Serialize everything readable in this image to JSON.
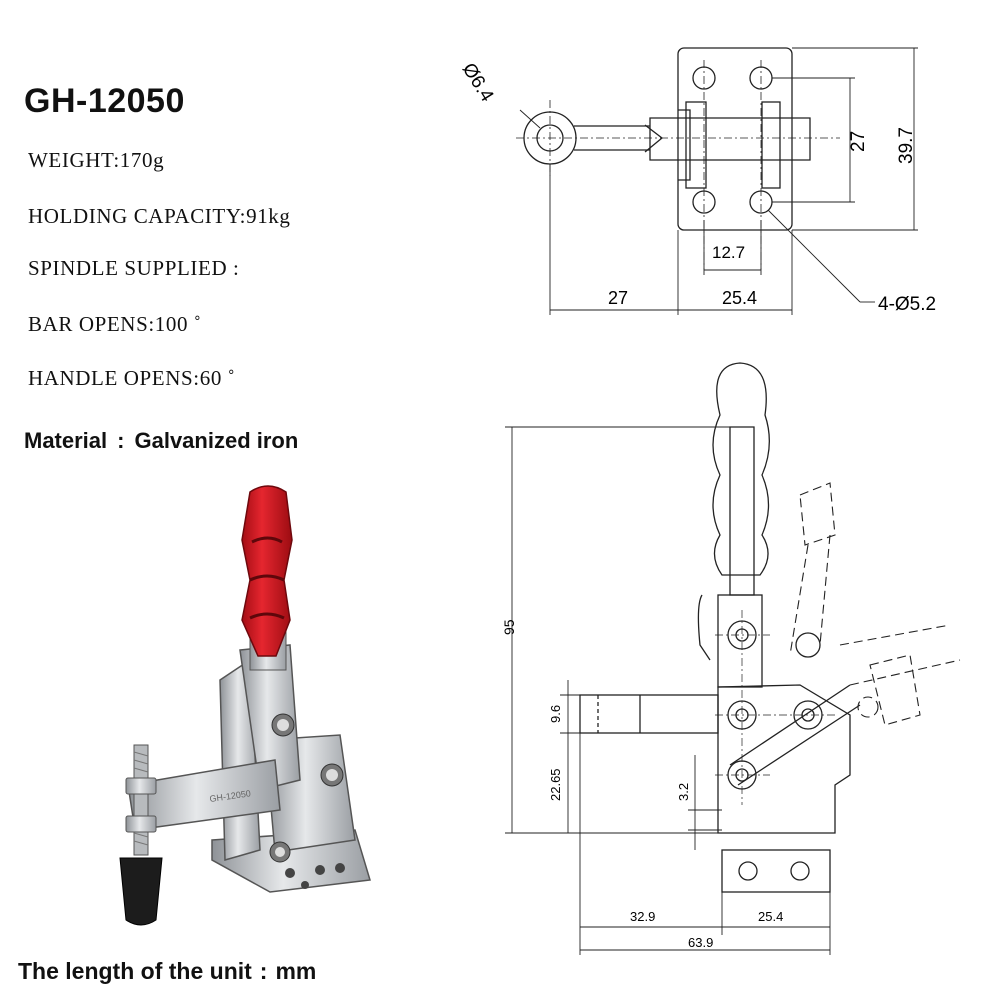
{
  "model": "GH-12050",
  "specs": {
    "weight": "WEIGHT:170g",
    "holding_capacity": "HOLDING CAPACITY:91kg",
    "spindle": "SPINDLE SUPPLIED :",
    "bar_opens": "BAR OPENS:100 ˚",
    "handle_opens": "HANDLE OPENS:60 ˚"
  },
  "material": {
    "label": "Material",
    "separator": ":",
    "value": "Galvanized iron"
  },
  "unit_note": {
    "label": "The length of the unit",
    "separator": ":",
    "value": "mm"
  },
  "colors": {
    "handle_grip": "#d4141e",
    "steel": "#c9ccd0",
    "rubber_tip": "#1c1c1c",
    "line": "#222222"
  },
  "top_view": {
    "hole_dia": "Ø6.4",
    "pad_holes": "4-Ø5.2",
    "dim_27_vertical": "27",
    "dim_39_7": "39.7",
    "dim_12_7": "12.7",
    "dim_27_horizontal": "27",
    "dim_25_4": "25.4"
  },
  "side_view": {
    "dim_95": "95",
    "dim_9_6": "9.6",
    "dim_22_65": "22.65",
    "dim_3_2": "3.2",
    "dim_32_9": "32.9",
    "dim_25_4": "25.4",
    "dim_63_9": "63.9"
  }
}
